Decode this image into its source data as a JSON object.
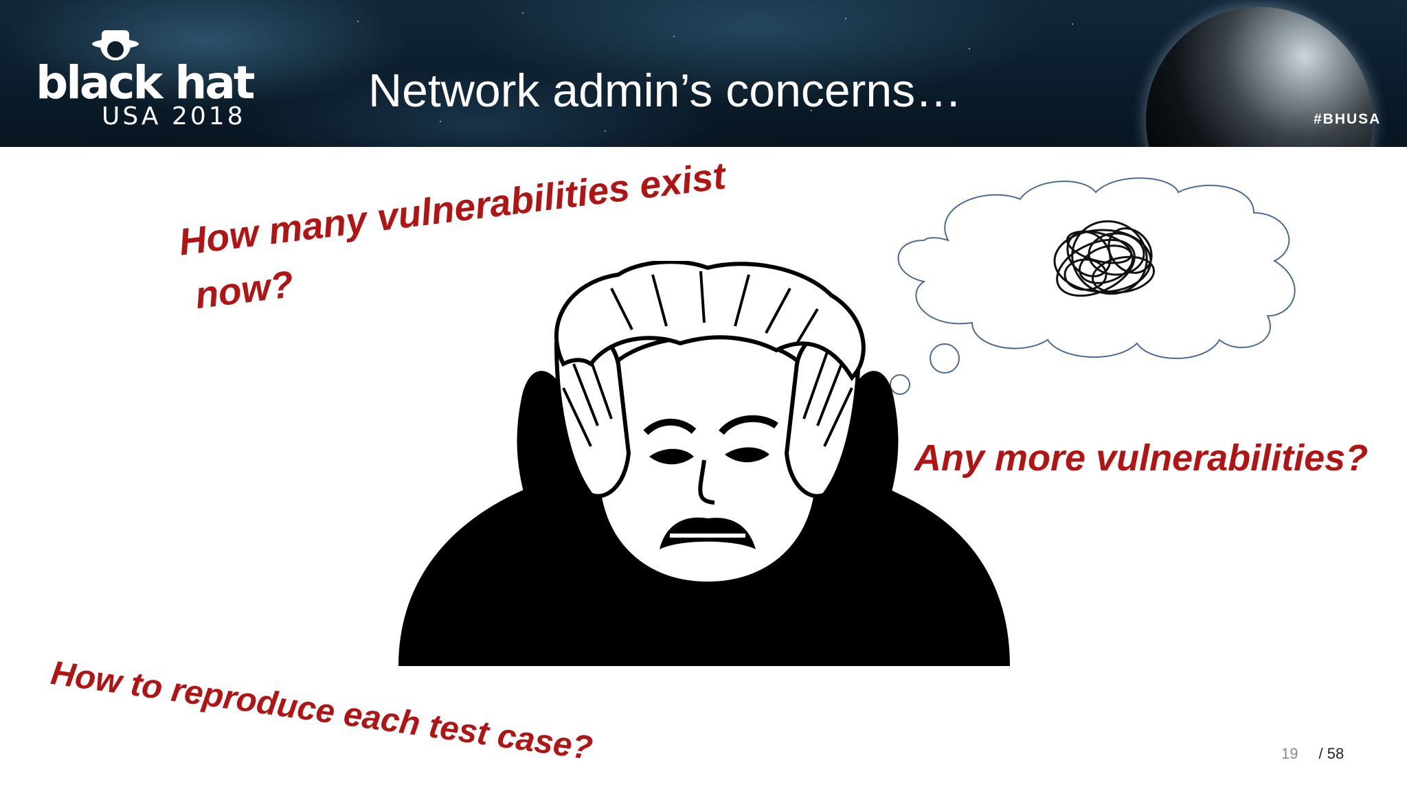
{
  "header": {
    "logo": {
      "brand": "black hat",
      "edition": "USA 2018"
    },
    "title": "Network admin’s concerns…",
    "hashtag": "#BHUSA"
  },
  "slide": {
    "questions": [
      "How many vulnerabilities exist now?",
      "Any more vulnerabilities?",
      "How to reproduce each test case?"
    ],
    "question_lines": {
      "q1_line1": "How many vulnerabilities exist",
      "q1_line2": "now?"
    },
    "accent_color": "#b01515",
    "illustration": "stressed-man-icon",
    "thought": "scribble-thought-cloud-icon"
  },
  "pager": {
    "current": "19",
    "total": "/ 58"
  }
}
